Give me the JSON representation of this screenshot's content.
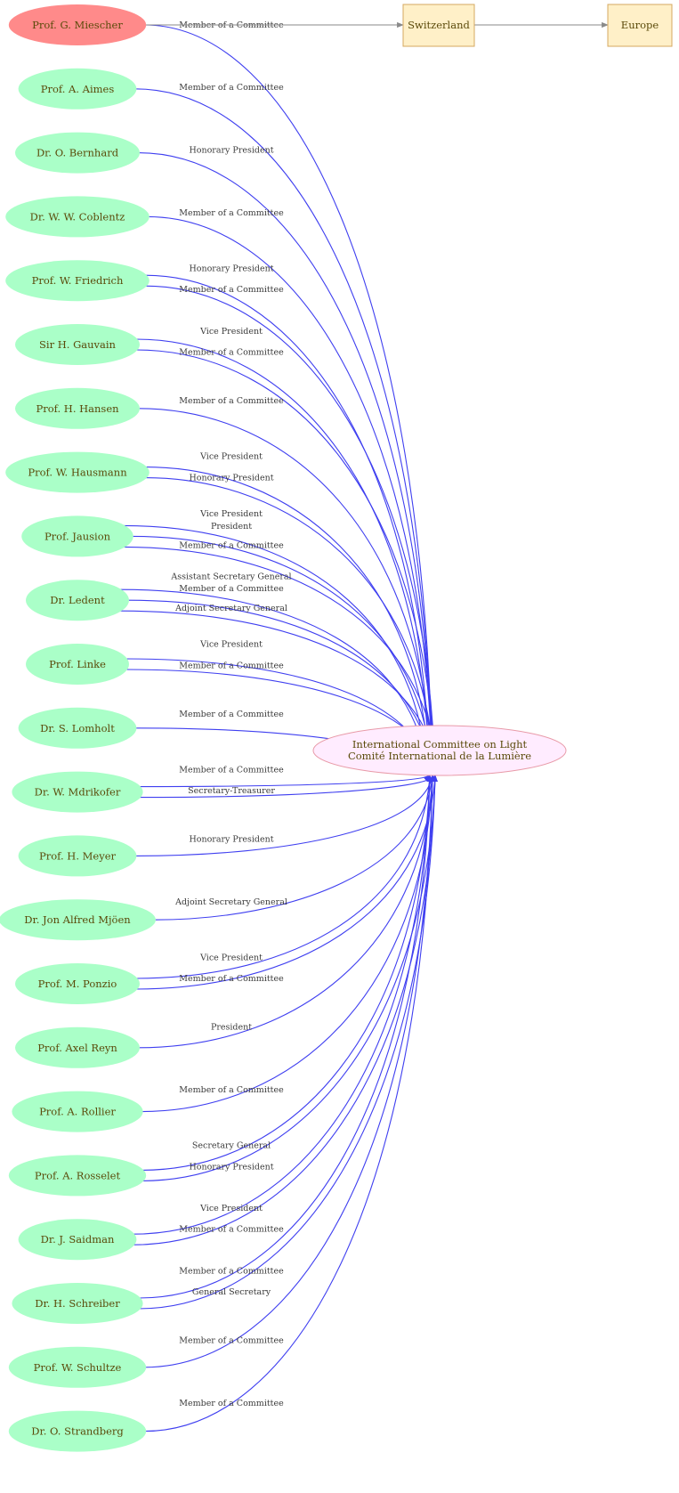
{
  "colors": {
    "person_fill": "#aaffc8",
    "highlight_fill": "#ff8a8a",
    "country_fill": "#fff0c8",
    "country_stroke": "#d4a860",
    "org_fill": "#ffecff",
    "org_stroke": "#e89aa8",
    "edge_blue": "#3f3ff0",
    "edge_gray": "#8a8a8a",
    "label_text": "#5a4a0a"
  },
  "organization": {
    "name_en": "International Committee on Light",
    "name_fr": "Comité International de la Lumière"
  },
  "chain": {
    "country": "Switzerland",
    "region": "Europe"
  },
  "people": [
    {
      "name": "Prof. G. Miescher",
      "highlight": true,
      "roles": [
        "Member of a Committee"
      ]
    },
    {
      "name": "Prof. A. Aimes",
      "roles": [
        "Member of a Committee"
      ]
    },
    {
      "name": "Dr. O. Bernhard",
      "roles": [
        "Honorary President"
      ]
    },
    {
      "name": "Dr. W. W. Coblentz",
      "roles": [
        "Member of a Committee"
      ]
    },
    {
      "name": "Prof. W. Friedrich",
      "roles": [
        "Honorary President",
        "Member of a Committee"
      ]
    },
    {
      "name": "Sir  H. Gauvain",
      "roles": [
        "Vice President",
        "Member of a Committee"
      ]
    },
    {
      "name": "Prof. H. Hansen",
      "roles": [
        "Member of a Committee"
      ]
    },
    {
      "name": "Prof. W.  Hausmann",
      "roles": [
        "Vice President",
        "Honorary President"
      ]
    },
    {
      "name": "Prof. Jausion",
      "roles": [
        "Vice President",
        "President",
        "Member of a Committee"
      ]
    },
    {
      "name": "Dr. Ledent",
      "roles": [
        "Assistant Secretary General",
        "Member of a Committee",
        "Adjoint Secretary General"
      ]
    },
    {
      "name": "Prof. Linke",
      "roles": [
        "Vice President",
        "Member of a Committee"
      ]
    },
    {
      "name": "Dr. S. Lomholt",
      "roles": [
        "Member of a Committee"
      ]
    },
    {
      "name": "Dr. W. Mdrikofer",
      "roles": [
        "Member of a Committee",
        "Secretary-Treasurer"
      ]
    },
    {
      "name": "Prof. H. Meyer",
      "roles": [
        "Honorary President"
      ]
    },
    {
      "name": "Dr. Jon Alfred Mjöen",
      "roles": [
        "Adjoint Secretary General"
      ]
    },
    {
      "name": "Prof. M. Ponzio",
      "roles": [
        "Vice President",
        "Member of a Committee"
      ]
    },
    {
      "name": "Prof. Axel Reyn",
      "roles": [
        "President"
      ]
    },
    {
      "name": "Prof. A. Rollier",
      "roles": [
        "Member of a Committee"
      ]
    },
    {
      "name": "Prof. A. Rosselet",
      "roles": [
        "Secretary General",
        "Honorary President"
      ]
    },
    {
      "name": "Dr. J. Saidman",
      "roles": [
        "Vice President",
        "Member of a Committee"
      ]
    },
    {
      "name": "Dr. H. Schreiber",
      "roles": [
        "Member of a Committee",
        "General Secretary"
      ]
    },
    {
      "name": "Prof. W. Schultze",
      "roles": [
        "Member of a Committee"
      ]
    },
    {
      "name": "Dr. O. Strandberg",
      "roles": [
        "Member of a Committee"
      ]
    }
  ]
}
